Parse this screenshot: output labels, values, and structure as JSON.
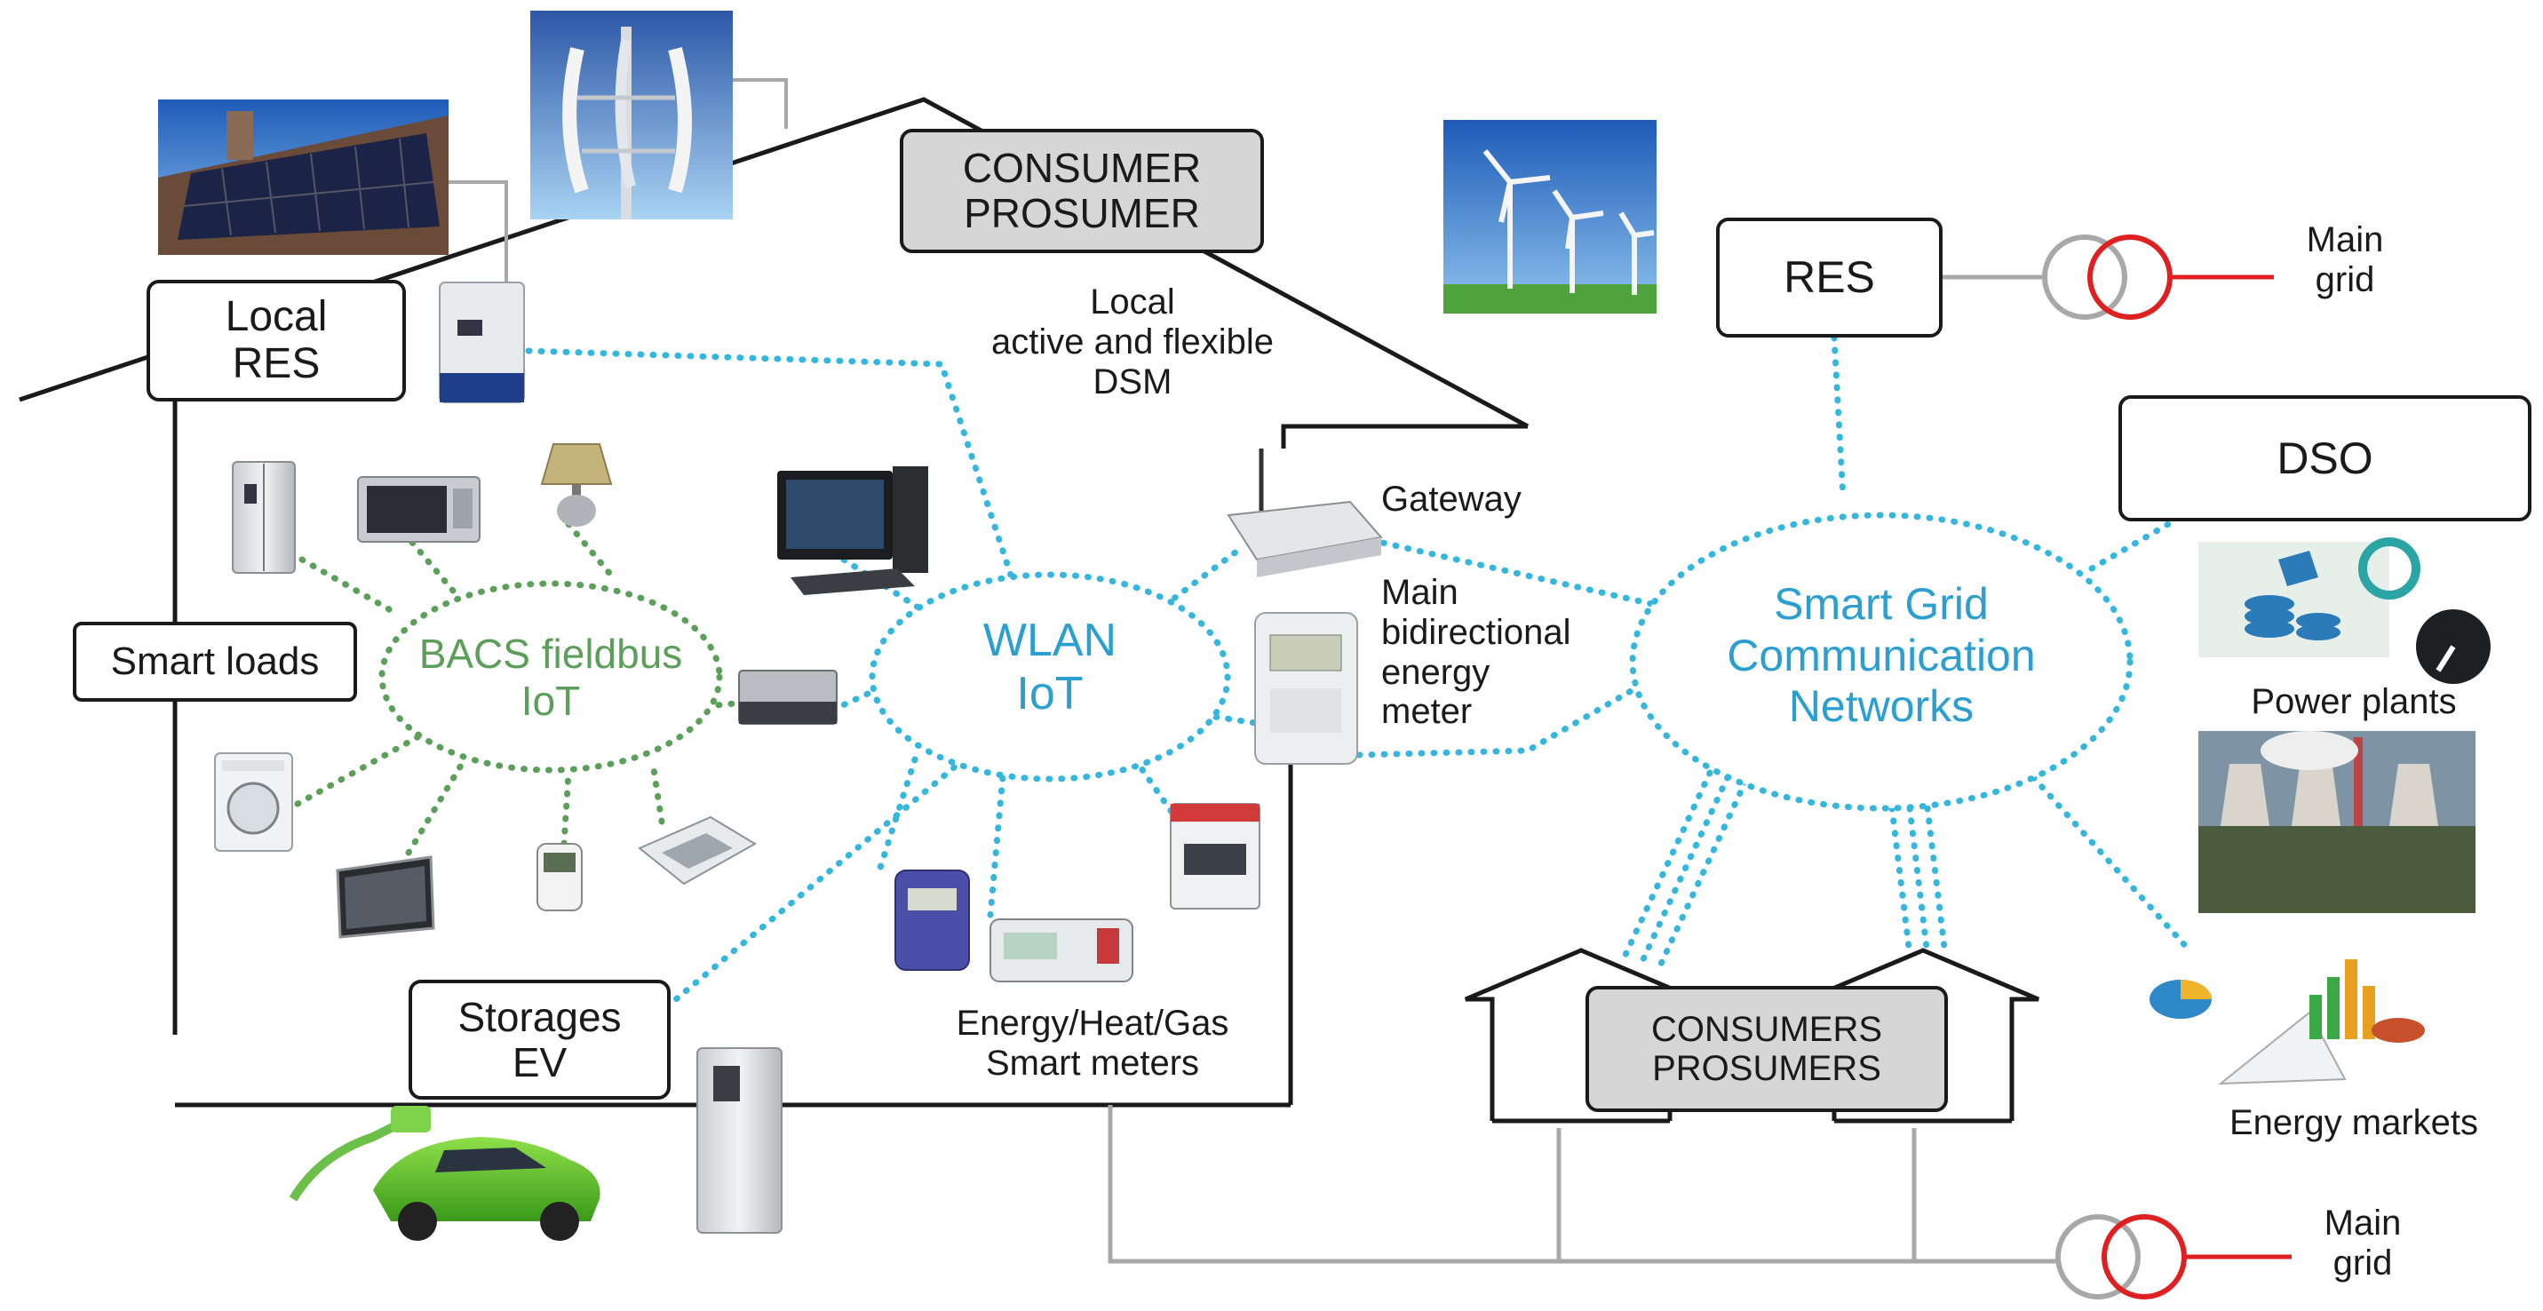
{
  "boxes": {
    "consumer_prosumer": [
      "CONSUMER",
      "PROSUMER"
    ],
    "local_res": [
      "Local",
      "RES"
    ],
    "smart_loads": "Smart loads",
    "storages_ev": [
      "Storages",
      "EV"
    ],
    "res": "RES",
    "dso": "DSO",
    "consumers_prosumers": [
      "CONSUMERS",
      "PROSUMERS"
    ]
  },
  "clouds": {
    "bacs": [
      "BACS fieldbus",
      "IoT"
    ],
    "wlan": [
      "WLAN",
      "IoT"
    ],
    "smart_grid": [
      "Smart Grid",
      "Communication",
      "Networks"
    ]
  },
  "labels": {
    "dsm": [
      "Local",
      "active and flexible",
      "DSM"
    ],
    "gateway": "Gateway",
    "meter": [
      "Main",
      "bidirectional",
      "energy",
      "meter"
    ],
    "smart_meters": [
      "Energy/Heat/Gas",
      "Smart meters"
    ],
    "main_grid_top": [
      "Main",
      "grid"
    ],
    "main_grid_bottom": [
      "Main",
      "grid"
    ],
    "power_plants": "Power plants",
    "energy_markets": "Energy markets"
  },
  "colors": {
    "bacs": "#5c9f5a",
    "wlan": "#2a9fd0",
    "link": "#35b6dd",
    "grid_red": "#e02020",
    "line_grey": "#a8a8a8",
    "outline": "#1a1a1a"
  },
  "icons": [
    "solar-panel-icon",
    "vertical-wind-turbine-icon",
    "inverter-icon",
    "fridge-icon",
    "microwave-icon",
    "lamp-icon",
    "desktop-computer-icon",
    "washing-machine-icon",
    "television-icon",
    "plug-meter-icon",
    "air-conditioner-icon",
    "controller-module-icon",
    "gateway-router-icon",
    "energy-meter-icon",
    "gas-meter-icon",
    "heat-meter-icon",
    "din-rail-meter-icon",
    "wind-farm-icon",
    "electric-car-icon",
    "battery-cabinet-icon",
    "power-plant-icon",
    "energy-market-icon",
    "transformer-icon"
  ]
}
